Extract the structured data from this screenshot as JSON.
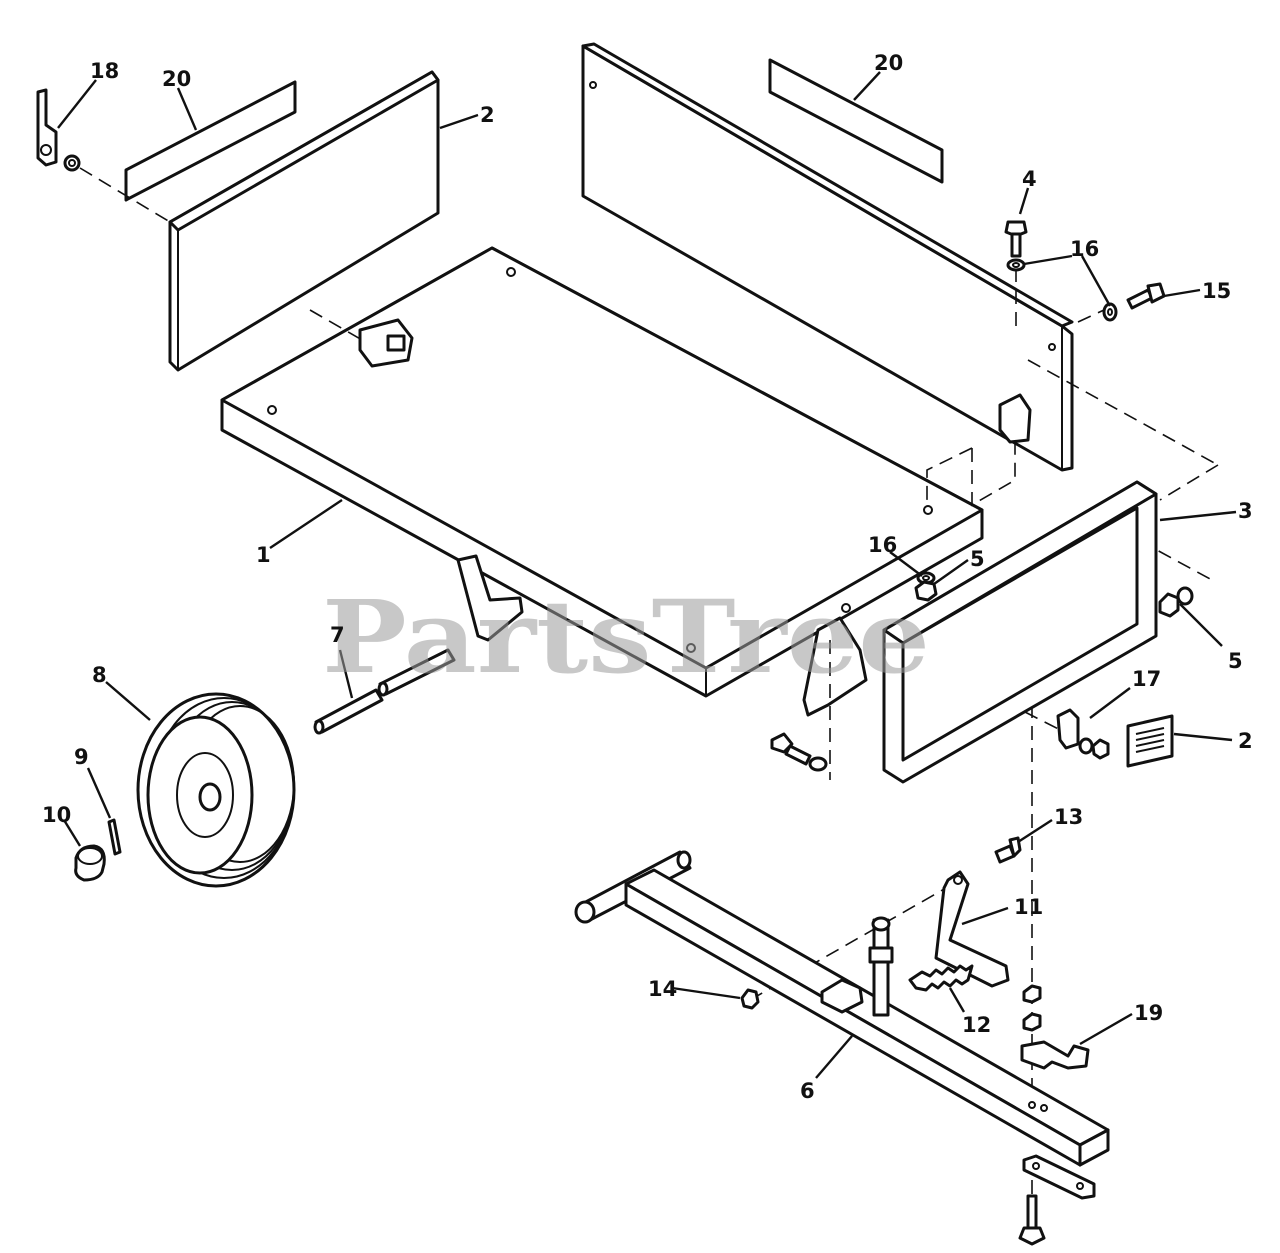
{
  "watermark": "PartsTree",
  "callouts": {
    "c18": "18",
    "c20a": "20",
    "c2a": "2",
    "c20b": "20",
    "c4": "4",
    "c16a": "16",
    "c15": "15",
    "c1": "1",
    "c16b": "16",
    "c5a": "5",
    "c3": "3",
    "c5b": "5",
    "c7": "7",
    "c8": "8",
    "c9": "9",
    "c10": "10",
    "c17": "17",
    "c2b": "2",
    "c13": "13",
    "c11": "11",
    "c14": "14",
    "c12": "12",
    "c19": "19",
    "c6": "6"
  }
}
